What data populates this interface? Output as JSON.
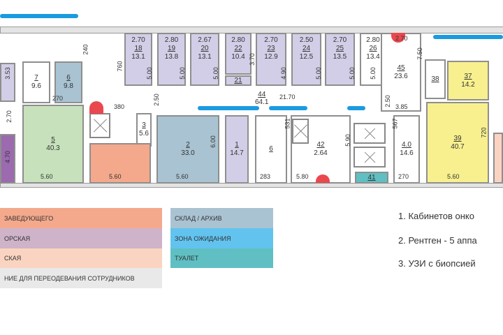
{
  "rooms": {
    "r18": {
      "num": "18",
      "area": "13.1",
      "top": "2.70"
    },
    "r19": {
      "num": "19",
      "area": "13.8",
      "top": "2.80"
    },
    "r20": {
      "num": "20",
      "area": "13.1",
      "top": "2.67"
    },
    "r22": {
      "num": "22",
      "area": "10.4",
      "top": "2.80"
    },
    "r21": {
      "num": "21",
      "area": "",
      "top": ""
    },
    "r23": {
      "num": "23",
      "area": "12.9",
      "top": "2.70"
    },
    "r24": {
      "num": "24",
      "area": "12.5",
      "top": "2.50"
    },
    "r25": {
      "num": "25",
      "area": "13.5",
      "top": "2.70"
    },
    "r26": {
      "num": "26",
      "area": "13.4",
      "top": "2.80"
    },
    "r45": {
      "num": "45",
      "area": "23.6",
      "top": ""
    },
    "r38": {
      "num": "38",
      "area": "",
      "top": ""
    },
    "r37": {
      "num": "37",
      "area": "14.2",
      "top": ""
    },
    "r39": {
      "num": "39",
      "area": "40.7",
      "top": ""
    },
    "r7": {
      "num": "7",
      "area": "9.6",
      "top": ""
    },
    "r6": {
      "num": "6",
      "area": "9.8",
      "top": ""
    },
    "r5": {
      "num": "5",
      "area": "40.3",
      "top": ""
    },
    "r3": {
      "num": "3",
      "area": "5.6",
      "top": ""
    },
    "r2": {
      "num": "2",
      "area": "33.0",
      "top": ""
    },
    "r1": {
      "num": "1",
      "area": "14.7",
      "top": ""
    },
    "rs6": {
      "num": "6",
      "area": "",
      "top": ""
    },
    "r42": {
      "num": "42",
      "area": "2.64",
      "top": ""
    },
    "r41": {
      "num": "41",
      "area": "",
      "top": ""
    },
    "r40": {
      "num": "4.0",
      "area": "14.6",
      "top": ""
    },
    "r44": {
      "num": "44",
      "area": "64.1",
      "top": ""
    }
  },
  "dims": [
    "5.00",
    "5.00",
    "5.00",
    "3.70",
    "4.90",
    "5.00",
    "5.00",
    "5.00",
    "2.70",
    "7.50",
    "2.50",
    "3.85",
    "720",
    "3.53",
    "270",
    "2.70",
    "4.70",
    "5.60",
    "5.60",
    "5.60",
    "380",
    "2.50",
    "6.00",
    "531",
    "283",
    "5.90",
    "5.80",
    "567",
    "270",
    "5.60",
    "21.70",
    "760",
    "240"
  ],
  "legend": {
    "left": [
      {
        "label": "заведующего",
        "color": "#f4a98c"
      },
      {
        "label": "орская",
        "color": "#cfb3c8"
      },
      {
        "label": "ская",
        "color": "#fbd4c1"
      },
      {
        "label": "ние для переодевания сотрудников",
        "color": "#e9e9e9"
      }
    ],
    "right": [
      {
        "label": "склад / архив",
        "color": "#a9c3d2"
      },
      {
        "label": "зона ожидания",
        "color": "#62c3ef"
      },
      {
        "label": "туалет",
        "color": "#5fbfc2"
      }
    ]
  },
  "notes": [
    "1. Кабинетов онко",
    "2. Рентген - 5 аппа",
    "3. УЗИ с биопсией"
  ]
}
